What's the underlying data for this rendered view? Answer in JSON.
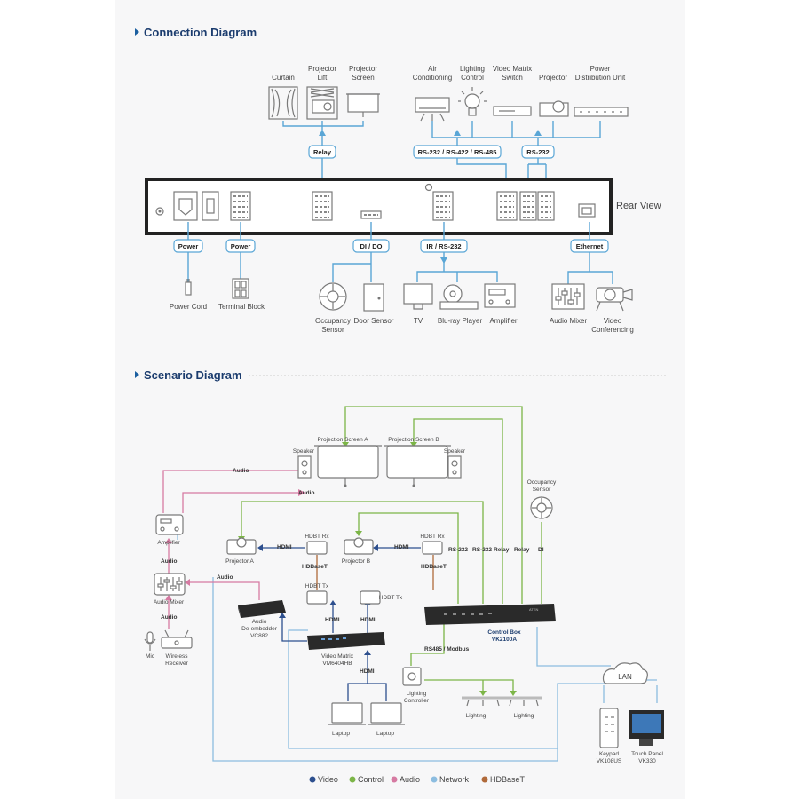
{
  "headings": {
    "connection": "Connection Diagram",
    "scenario": "Scenario Diagram"
  },
  "connection": {
    "rear_view": "Rear View",
    "top_devices": {
      "curtain": "Curtain",
      "projector_lift": [
        "Projector",
        "Lift"
      ],
      "projector_screen": [
        "Projector",
        "Screen"
      ],
      "air_conditioning": [
        "Air",
        "Conditioning"
      ],
      "lighting_control": [
        "Lighting",
        "Control"
      ],
      "video_matrix_switch": [
        "Video Matrix",
        "Switch"
      ],
      "projector": "Projector",
      "pdu": [
        "Power",
        "Distribution Unit"
      ]
    },
    "tags": {
      "relay": "Relay",
      "rs232_422_485": "RS-232 / RS-422 / RS-485",
      "rs232": "RS-232",
      "power1": "Power",
      "power2": "Power",
      "dido": "DI / DO",
      "ir_rs232": "IR / RS-232",
      "ethernet": "Ethernet"
    },
    "bottom_devices": {
      "power_cord": "Power Cord",
      "terminal_block": "Terminal Block",
      "occupancy_sensor": [
        "Occupancy",
        "Sensor"
      ],
      "door_sensor": "Door Sensor",
      "tv": "TV",
      "bluray": "Blu-ray Player",
      "amplifier": "Amplifier",
      "audio_mixer": "Audio Mixer",
      "video_conferencing": [
        "Video",
        "Conferencing"
      ]
    }
  },
  "scenario": {
    "screen_a": "Projection Screen A",
    "screen_b": "Projection Screen B",
    "speaker_l": "Speaker",
    "speaker_r": "Speaker",
    "occupancy_sensor": [
      "Occupancy",
      "Sensor"
    ],
    "amplifier": "Amplifier",
    "audio_mixer": "Audio Mixer",
    "mic": "Mic",
    "wireless_receiver": [
      "Wireless",
      "Receiver"
    ],
    "projector_a": "Projector A",
    "projector_b": "Projector B",
    "hdbt_rx_a": "HDBT Rx",
    "hdbt_rx_b": "HDBT Rx",
    "hdbt_tx_a": "HDBT Tx",
    "hdbt_tx_b": "HDBT Tx",
    "audio_deembedder": [
      "Audio",
      "De-embedder",
      "VC882"
    ],
    "video_matrix": [
      "Video Matrix",
      "VM6404HB"
    ],
    "control_box": [
      "Control Box",
      "VK2100A"
    ],
    "lighting_controller": [
      "Lighting",
      "Controller"
    ],
    "lighting1": "Lighting",
    "lighting2": "Lighting",
    "laptop1": "Laptop",
    "laptop2": "Laptop",
    "lan": "LAN",
    "keypad": [
      "Keypad",
      "VK108US"
    ],
    "touch_panel": [
      "Touch Panel",
      "VK330"
    ],
    "link_labels": {
      "audio1": "Audio",
      "audio2": "Audio",
      "audio3": "Audio",
      "audio4": "Audio",
      "audio5": "Audio",
      "hdmi1": "HDMI",
      "hdmi2": "HDMI",
      "hdmi3": "HDMI",
      "hdmi4": "HDMI",
      "hdmi5": "HDMI",
      "hdbaset1": "HDBaseT",
      "hdbaset2": "HDBaseT",
      "rs232a": "RS-232",
      "rs232b": "RS-232",
      "relay1": "Relay",
      "relay2": "Relay",
      "di": "DI",
      "rs485": "RS485 / Modbus"
    },
    "legend": [
      {
        "label": "Video",
        "color": "#2d4f8e"
      },
      {
        "label": "Control",
        "color": "#7cb547"
      },
      {
        "label": "Audio",
        "color": "#d67aa2"
      },
      {
        "label": "Network",
        "color": "#8cbde0"
      },
      {
        "label": "HDBaseT",
        "color": "#b06a3a"
      }
    ]
  }
}
